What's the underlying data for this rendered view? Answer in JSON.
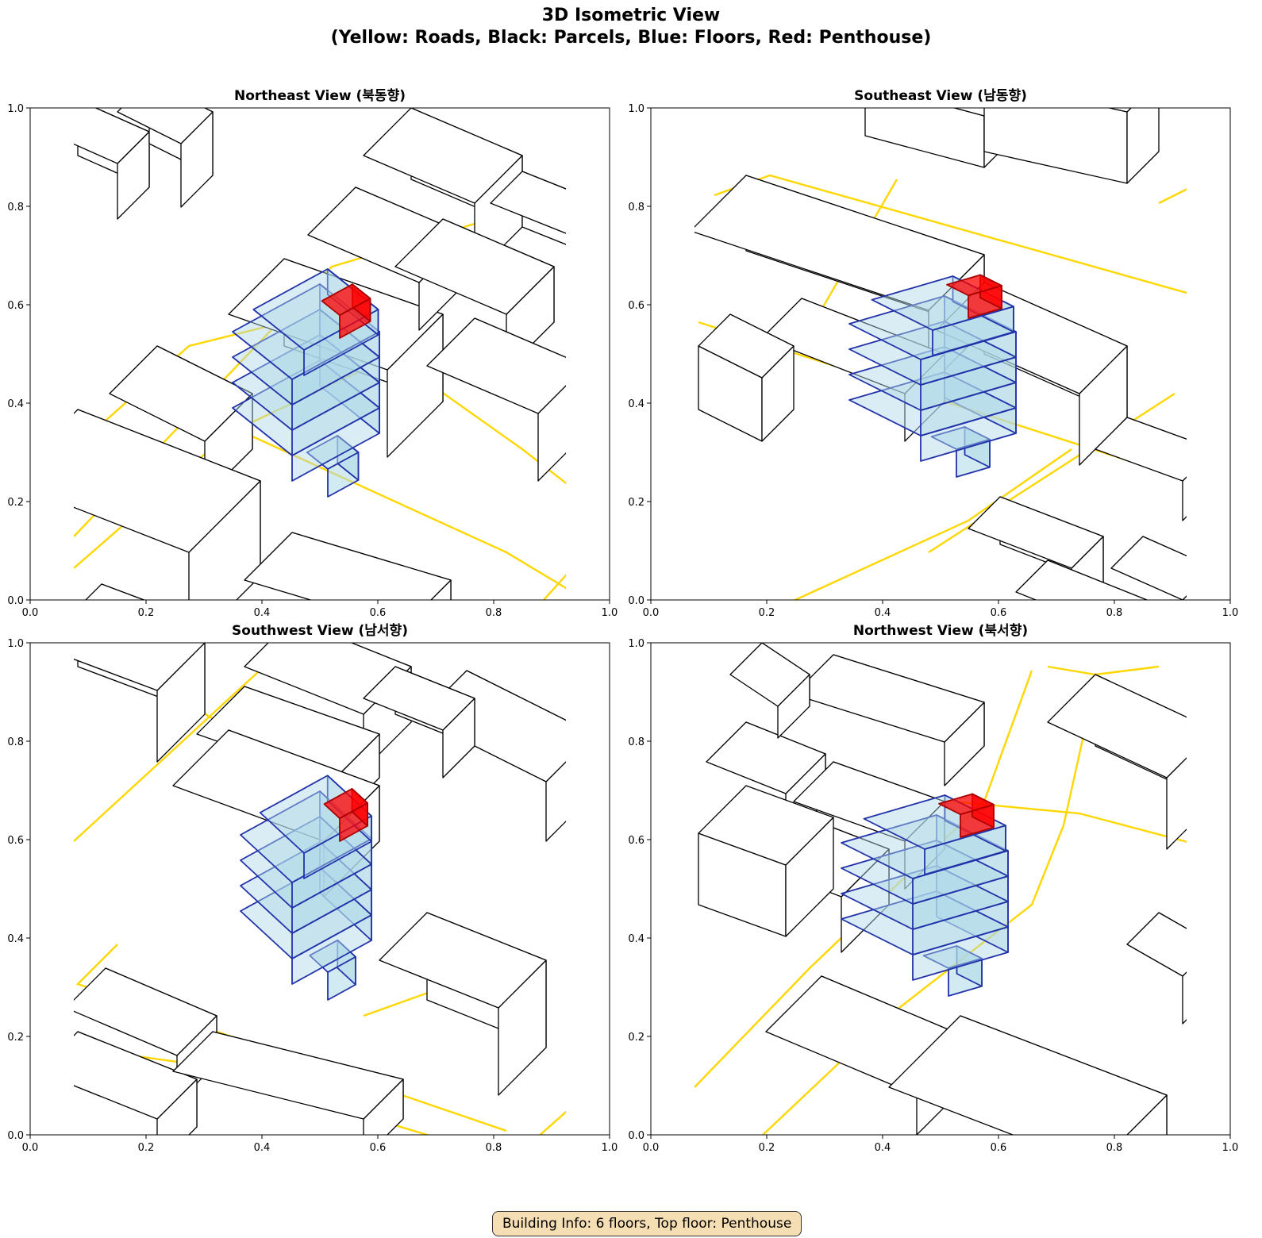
{
  "title_line1": "3D Isometric View",
  "title_line2": "(Yellow: Roads, Black: Parcels, Blue: Floors, Red: Penthouse)",
  "info_box": "Building Info: 6 floors, Top floor: Penthouse",
  "colors": {
    "roads": "#ffd700",
    "parcels": "#000000",
    "floors_fill": "#add8e6",
    "floors_edge": "#2233aa",
    "penthouse": "#ff0000"
  },
  "chart_data": [
    {
      "type": "isometric-3d",
      "title": "Northeast View (북동향)",
      "xlim": [
        0,
        1
      ],
      "ylim": [
        0,
        1
      ],
      "ticks": [
        "0.0",
        "0.2",
        "0.4",
        "0.6",
        "0.8",
        "1.0"
      ],
      "target_building": {
        "floors": 6,
        "top_floor": "Penthouse"
      }
    },
    {
      "type": "isometric-3d",
      "title": "Southeast View (남동향)",
      "xlim": [
        0,
        1
      ],
      "ylim": [
        0,
        1
      ],
      "ticks": [
        "0.0",
        "0.2",
        "0.4",
        "0.6",
        "0.8",
        "1.0"
      ],
      "target_building": {
        "floors": 6,
        "top_floor": "Penthouse"
      }
    },
    {
      "type": "isometric-3d",
      "title": "Southwest View (남서향)",
      "xlim": [
        0,
        1
      ],
      "ylim": [
        0,
        1
      ],
      "ticks": [
        "0.0",
        "0.2",
        "0.4",
        "0.6",
        "0.8",
        "1.0"
      ],
      "target_building": {
        "floors": 6,
        "top_floor": "Penthouse"
      }
    },
    {
      "type": "isometric-3d",
      "title": "Northwest View (북서향)",
      "xlim": [
        0,
        1
      ],
      "ylim": [
        0,
        1
      ],
      "ticks": [
        "0.0",
        "0.2",
        "0.4",
        "0.6",
        "0.8",
        "1.0"
      ],
      "target_building": {
        "floors": 6,
        "top_floor": "Penthouse"
      }
    }
  ]
}
